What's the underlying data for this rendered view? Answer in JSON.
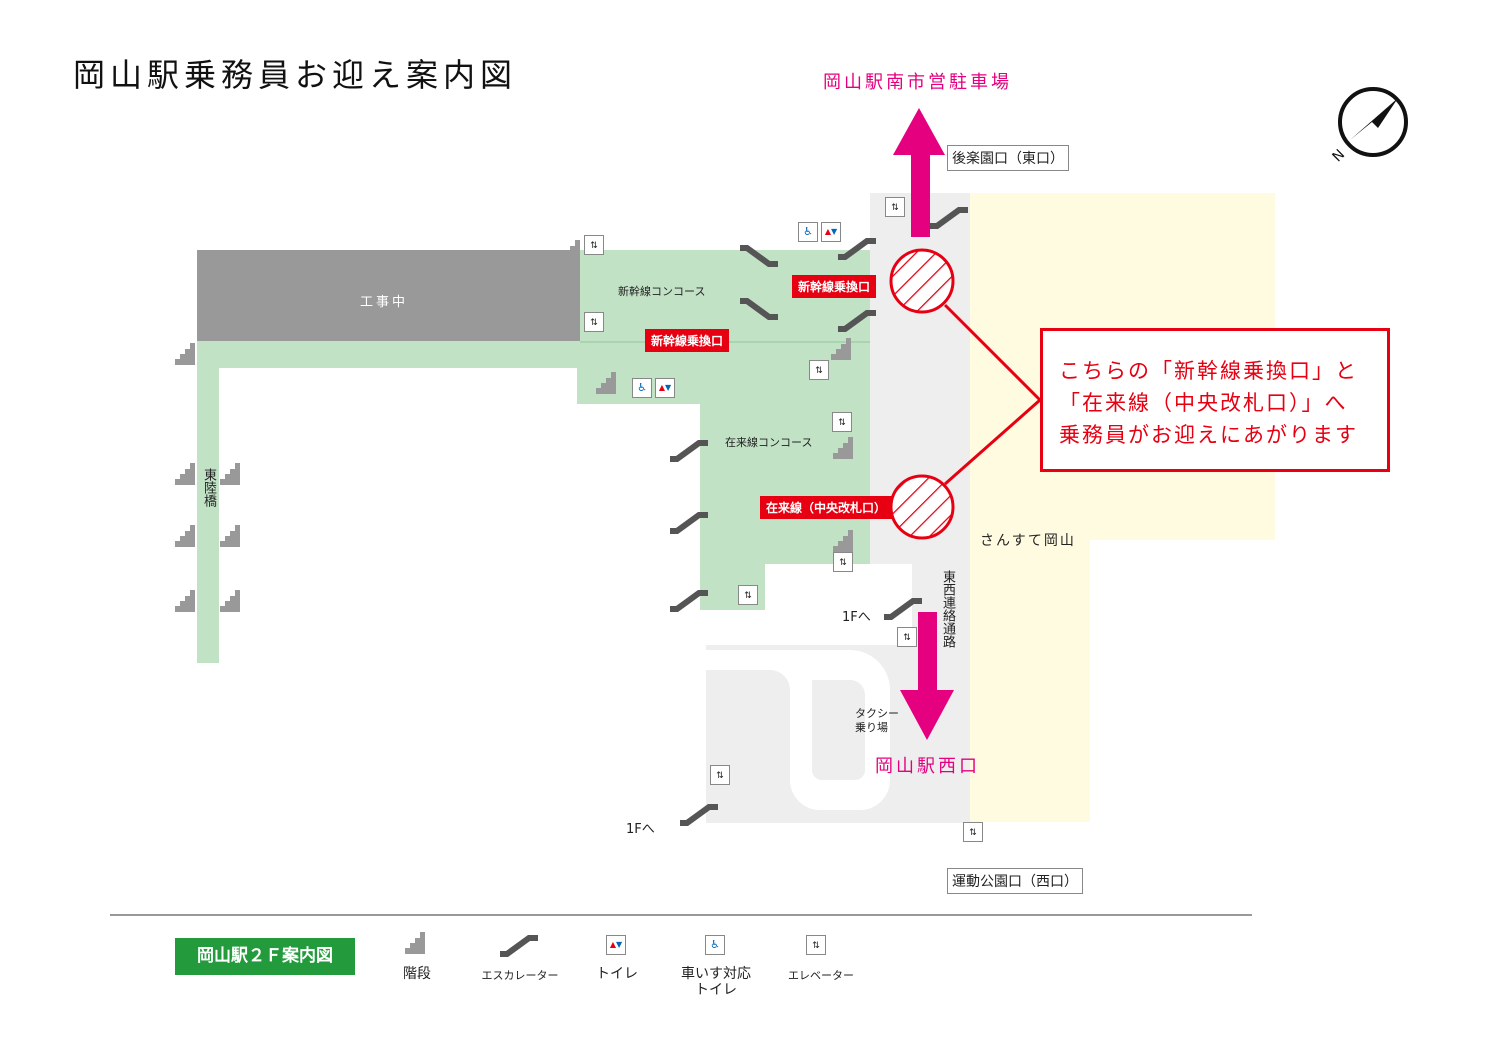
{
  "title": "岡山駅乗務員お迎え案内図",
  "destinations": {
    "north": "岡山駅南市営駐車場",
    "west": "岡山駅西口"
  },
  "gates": {
    "east": "後楽園口（東口）",
    "west": "運動公園口（西口）"
  },
  "areas": {
    "construction": "工事中",
    "shinkansen_concourse": "新幹線コンコース",
    "zairai_concourse": "在来線コンコース",
    "bridge": "東陸橋",
    "corridor": "東西連絡通路",
    "mall": "さんすて岡山",
    "taxi": "タクシー乗り場",
    "taxi_line1": "タクシー",
    "taxi_line2": "乗り場",
    "to_1f": "1Fへ"
  },
  "red_labels": {
    "transfer_gate_1": "新幹線乗換口",
    "transfer_gate_2": "新幹線乗換口",
    "central_gate": "在来線（中央改札口）"
  },
  "callout": {
    "line1": "こちらの「新幹線乗換口」と",
    "line2": "「在来線（中央改札口）」へ",
    "line3": "乗務員がお迎えにあがります"
  },
  "legend": {
    "title": "岡山駅２Ｆ案内図",
    "stairs": "階段",
    "escalator": "エスカレーター",
    "toilet": "トイレ",
    "wheelchair_toilet_1": "車いす対応",
    "wheelchair_toilet_2": "トイレ",
    "elevator": "エレベーター"
  },
  "colors": {
    "green": "#c2e2c6",
    "gray": "#999999",
    "corridor": "#eeeeee",
    "mall": "#fffbe0",
    "red": "#e60012",
    "pink": "#e4007f"
  }
}
